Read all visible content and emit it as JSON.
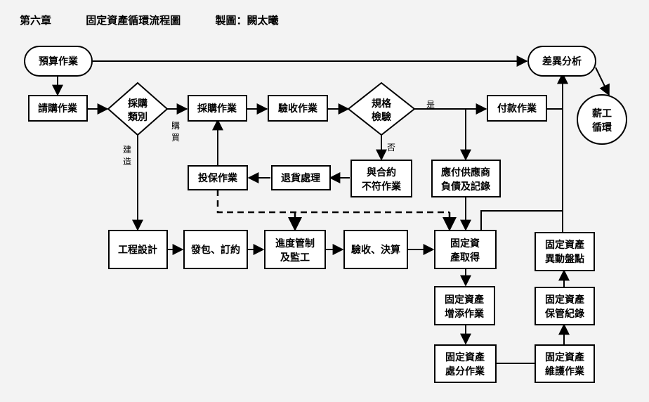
{
  "header": {
    "chapter": "第六章",
    "title": "固定資產循環流程圖",
    "author": "製圖：闕太曦"
  },
  "nodes": {
    "budget": "預算作業",
    "requisition": "請購作業",
    "purchase_type_1": "採購",
    "purchase_type_2": "類別",
    "purchasing": "採購作業",
    "receiving": "驗收作業",
    "spec_check_1": "規格",
    "spec_check_2": "檢驗",
    "payment": "付款作業",
    "variance": "差異分析",
    "payroll_1": "薪工",
    "payroll_2": "循環",
    "nonconform_1": "與合約",
    "nonconform_2": "不符作業",
    "return": "退貨處理",
    "insurance": "投保作業",
    "payable_1": "應付供應商",
    "payable_2": "負債及記錄",
    "engineering": "工程設計",
    "contract": "發包、訂約",
    "progress_1": "進度管制",
    "progress_2": "及監工",
    "settlement": "驗收、決算",
    "acquire_1": "固定資",
    "acquire_2": "產取得",
    "change_count_1": "固定資產",
    "change_count_2": "異動盤點",
    "addition_1": "固定資產",
    "addition_2": "增添作業",
    "custody_1": "固定資產",
    "custody_2": "保管紀錄",
    "disposal_1": "固定資產",
    "disposal_2": "處分作業",
    "maintenance_1": "固定資產",
    "maintenance_2": "維護作業"
  },
  "labels": {
    "yes": "是",
    "no": "否",
    "buy_1": "購",
    "buy_2": "買",
    "build_1": "建",
    "build_2": "造"
  }
}
